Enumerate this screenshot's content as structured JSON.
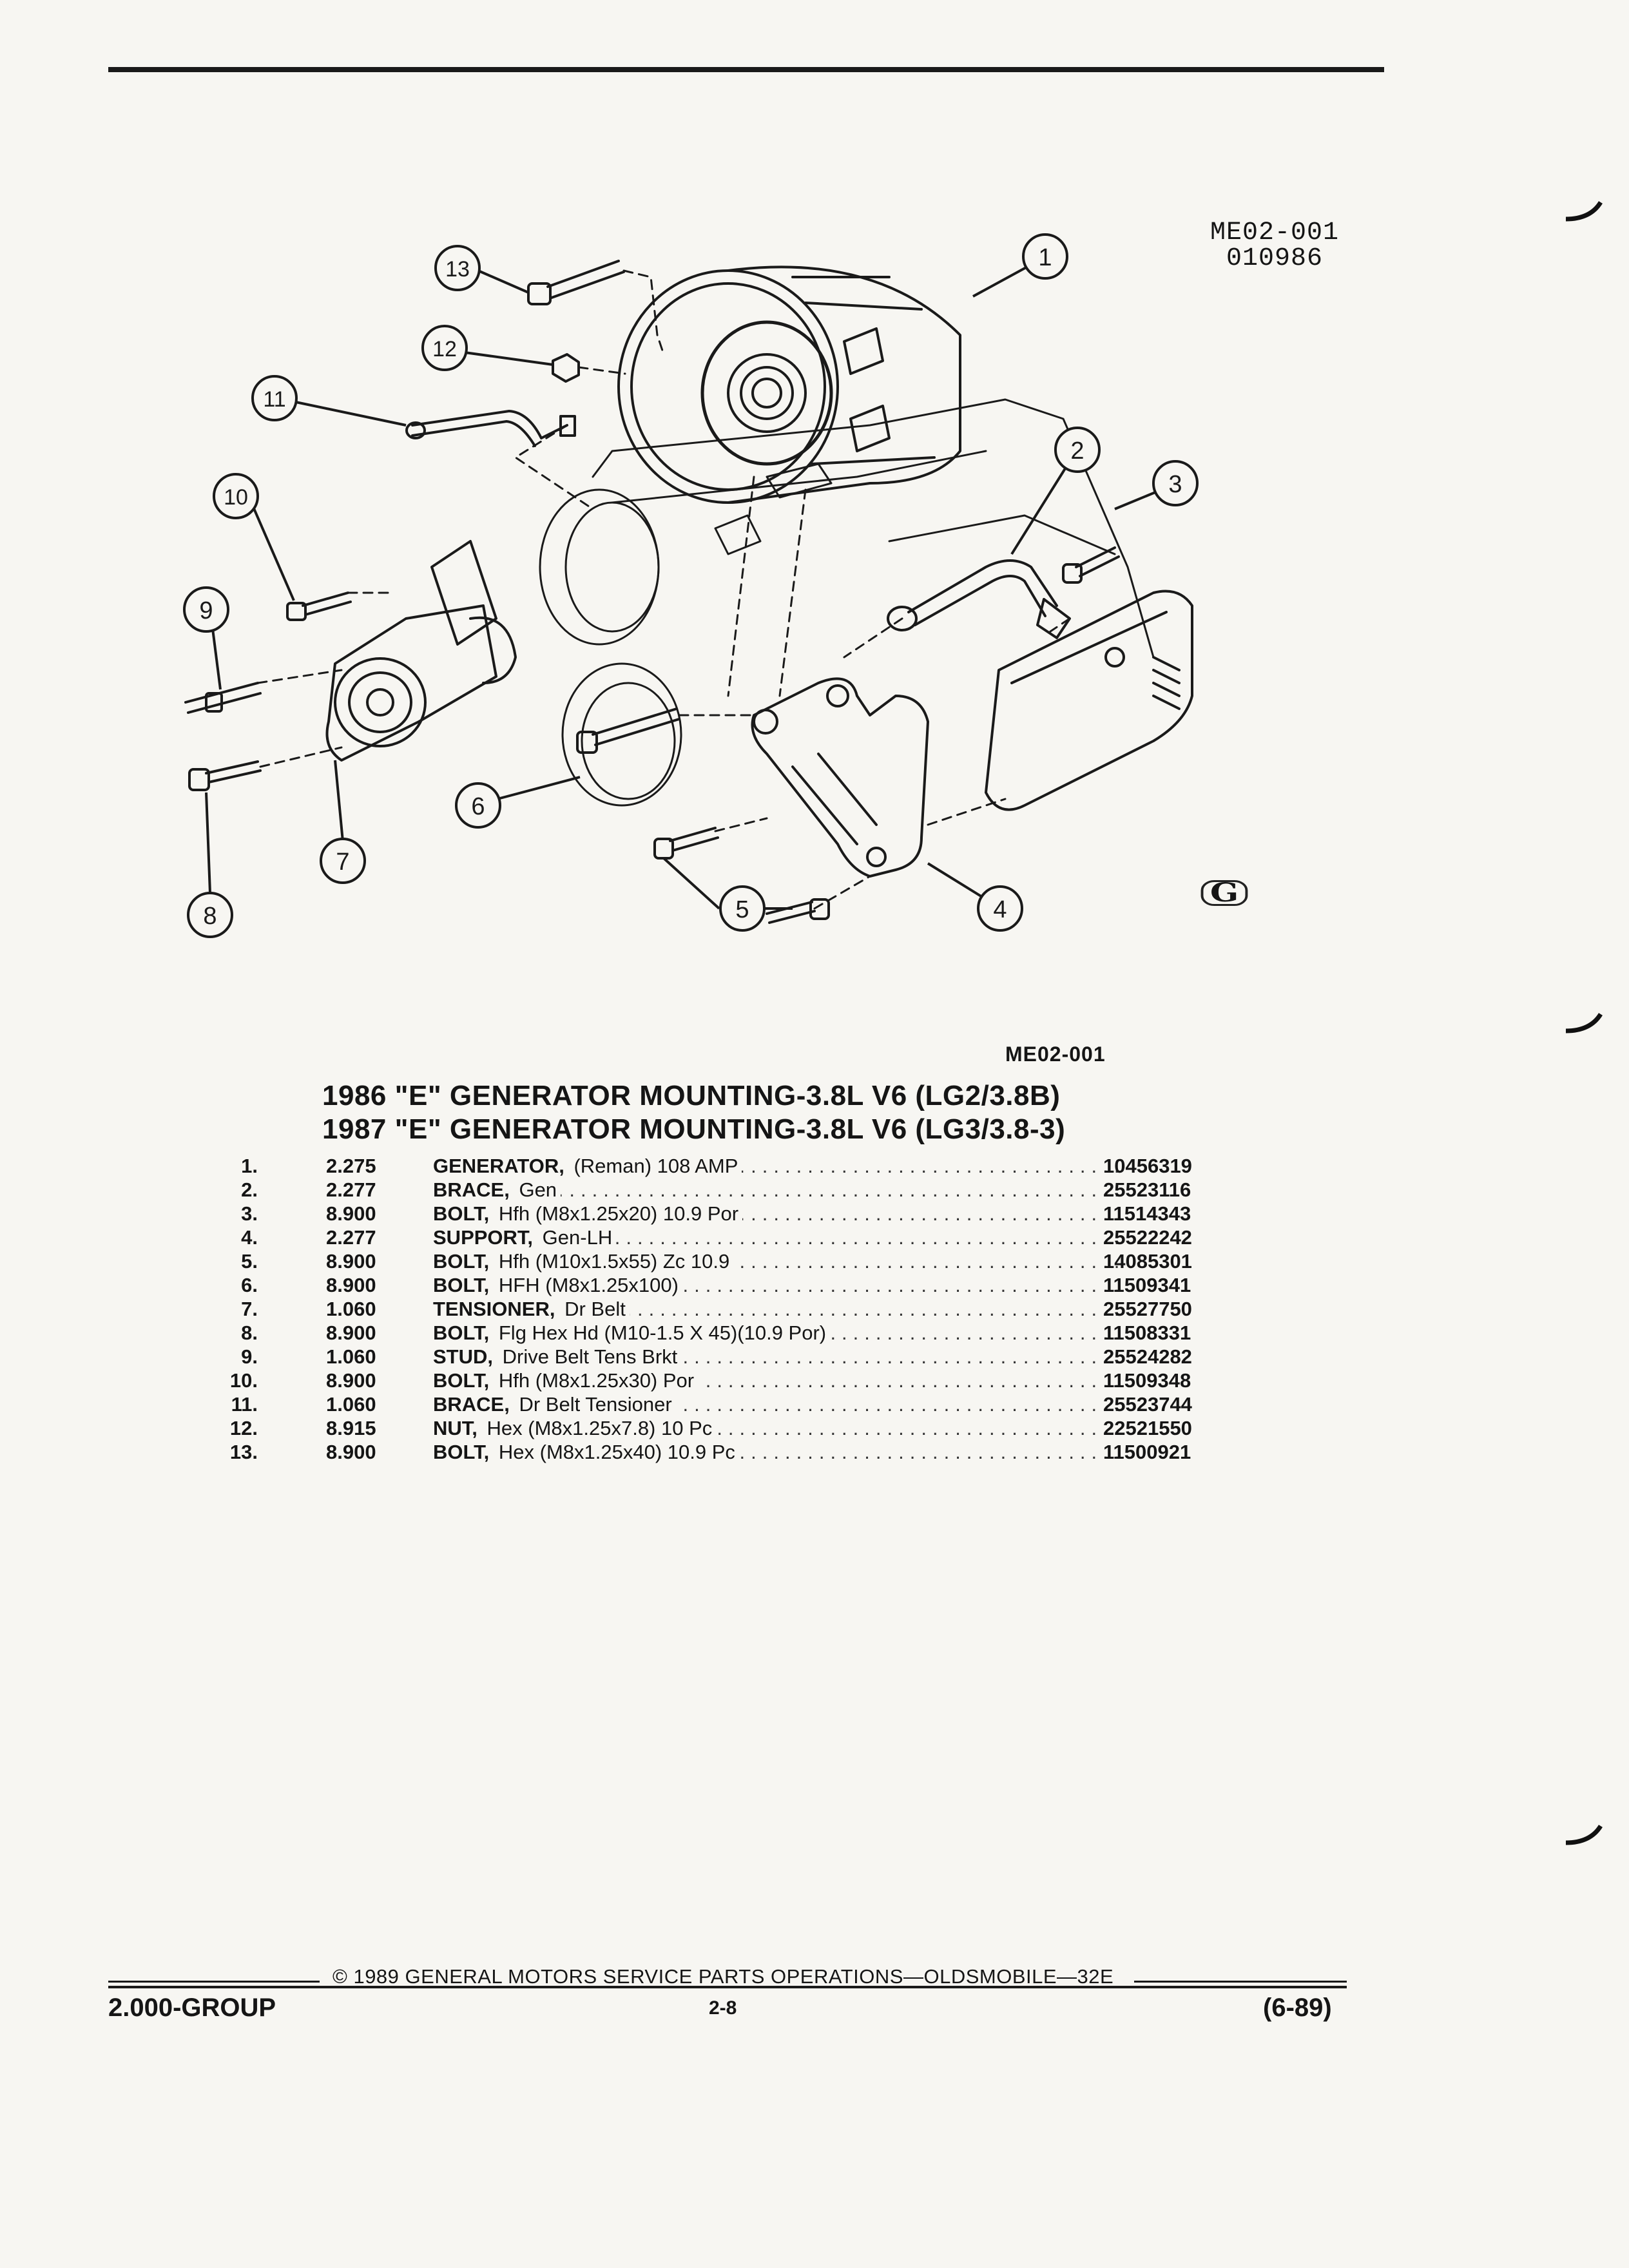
{
  "header": {
    "diagram_code_line1": "ME02-001",
    "diagram_code_line2": "010986"
  },
  "diagram": {
    "callouts": [
      "1",
      "2",
      "3",
      "4",
      "5",
      "6",
      "7",
      "8",
      "9",
      "10",
      "11",
      "12",
      "13"
    ],
    "logo_icon": "gm-block-logo",
    "logo_text": "G"
  },
  "figure_label": "ME02-001",
  "titles": {
    "line1": "1986 \"E\" GENERATOR MOUNTING-3.8L V6 (LG2/3.8B)",
    "line2": "1987 \"E\" GENERATOR MOUNTING-3.8L V6 (LG3/3.8-3)"
  },
  "parts": [
    {
      "num": "1.",
      "group": "2.275",
      "name": "GENERATOR,",
      "spec": "(Reman) 108 AMP",
      "part_no": "10456319"
    },
    {
      "num": "2.",
      "group": "2.277",
      "name": "BRACE,",
      "spec": "Gen",
      "part_no": "25523116"
    },
    {
      "num": "3.",
      "group": "8.900",
      "name": "BOLT,",
      "spec": "Hfh (M8x1.25x20) 10.9 Por",
      "part_no": "11514343"
    },
    {
      "num": "4.",
      "group": "2.277",
      "name": "SUPPORT,",
      "spec": "Gen-LH",
      "part_no": "25522242"
    },
    {
      "num": "5.",
      "group": "8.900",
      "name": "BOLT,",
      "spec": "Hfh (M10x1.5x55) Zc 10.9",
      "part_no": "14085301"
    },
    {
      "num": "6.",
      "group": "8.900",
      "name": "BOLT,",
      "spec": "HFH (M8x1.25x100)",
      "part_no": "11509341"
    },
    {
      "num": "7.",
      "group": "1.060",
      "name": "TENSIONER,",
      "spec": "Dr Belt",
      "part_no": "25527750"
    },
    {
      "num": "8.",
      "group": "8.900",
      "name": "BOLT,",
      "spec": "Flg Hex Hd (M10-1.5 X 45)(10.9 Por)",
      "part_no": "11508331"
    },
    {
      "num": "9.",
      "group": "1.060",
      "name": "STUD,",
      "spec": "Drive Belt Tens Brkt",
      "part_no": "25524282"
    },
    {
      "num": "10.",
      "group": "8.900",
      "name": "BOLT,",
      "spec": "Hfh (M8x1.25x30) Por",
      "part_no": "11509348"
    },
    {
      "num": "11.",
      "group": "1.060",
      "name": "BRACE,",
      "spec": "Dr Belt Tensioner",
      "part_no": "25523744"
    },
    {
      "num": "12.",
      "group": "8.915",
      "name": "NUT,",
      "spec": "Hex (M8x1.25x7.8) 10 Pc",
      "part_no": "22521550"
    },
    {
      "num": "13.",
      "group": "8.900",
      "name": "BOLT,",
      "spec": "Hex (M8x1.25x40) 10.9 Pc",
      "part_no": "11500921"
    }
  ],
  "footer": {
    "copyright": "© 1989 GENERAL MOTORS SERVICE PARTS OPERATIONS—OLDSMOBILE—32E",
    "group": "2.000-GROUP",
    "page": "2-8",
    "date": "(6-89)"
  }
}
